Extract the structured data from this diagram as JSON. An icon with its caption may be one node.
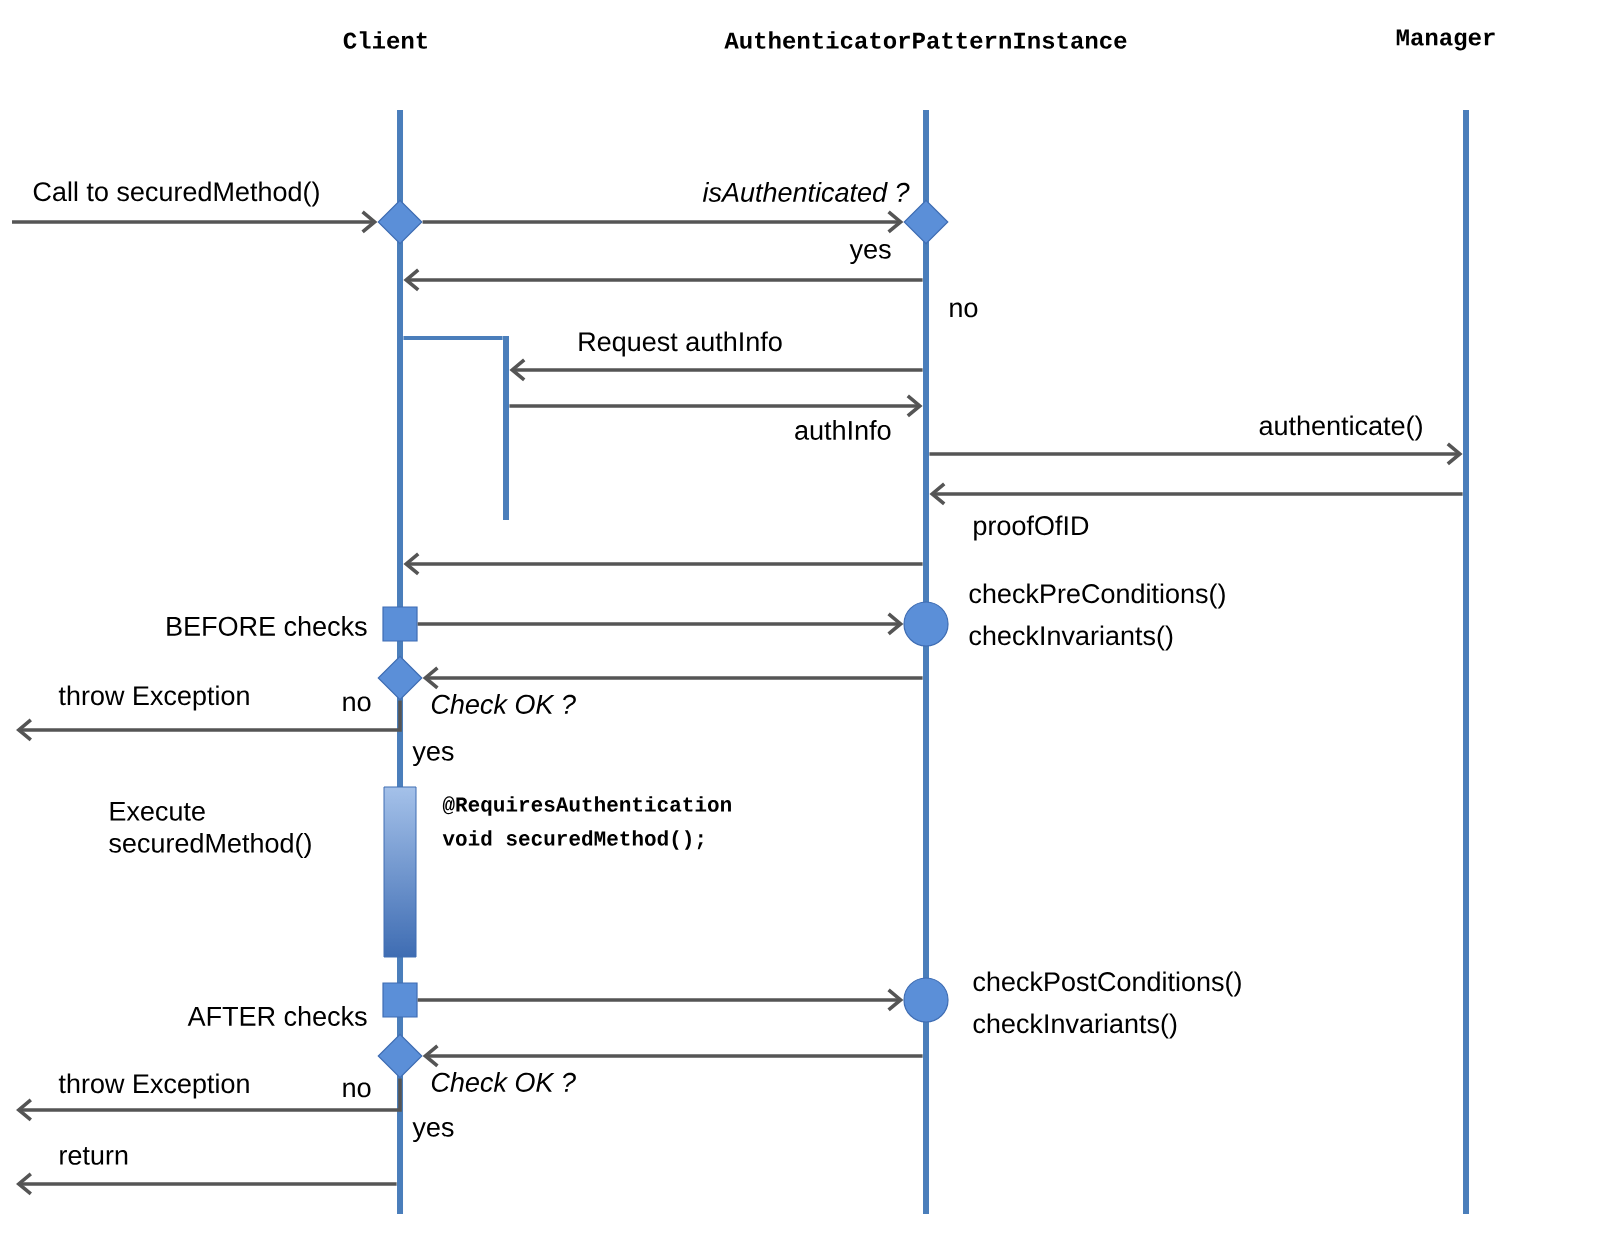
{
  "diagram": {
    "nodes": [
      {
        "text": [
          "Client"
        ]
      },
      {
        "text": [
          "AuthenticatorPatternInstance"
        ]
      },
      {
        "text": [
          "Manager"
        ]
      },
      {
        "text": [],
        "shape": "bar"
      },
      {
        "text": [],
        "shape": "diamond"
      },
      {
        "text": [],
        "shape": "diamond",
        "beside": [
          "isAuthenticated ?"
        ]
      },
      {
        "text": [],
        "shape": "box",
        "beside": [
          "BEFORE checks"
        ]
      },
      {
        "text": [],
        "shape": "circle",
        "beside": [
          "checkPreConditions()",
          "checkInvariants()"
        ]
      },
      {
        "text": [],
        "shape": "diamond",
        "beside": [
          "Check OK ?",
          "no"
        ]
      },
      {
        "text": [],
        "shape": "bar",
        "beside": [
          "Execute securedMethod()"
        ]
      },
      {
        "text": [],
        "shape": "box",
        "beside": [
          "AFTER checks"
        ]
      },
      {
        "text": [],
        "shape": "circle",
        "beside": [
          "checkPostConditions()",
          "checkInvariants()"
        ]
      },
      {
        "text": [],
        "shape": "diamond",
        "beside": [
          "Check OK ?",
          "no"
        ]
      }
    ],
    "edges": [
      {
        "from": null,
        "to": 4,
        "arrow": "to",
        "label": "Call to securedMethod()"
      },
      {
        "from": 4,
        "to": 5,
        "arrow": "to"
      },
      {
        "from": 1,
        "to": 0,
        "arrow": "to",
        "label": "yes"
      },
      {
        "from": 1,
        "to": 3,
        "arrow": "to",
        "label": "Request authInfo"
      },
      {
        "from": 3,
        "to": 1,
        "arrow": "to",
        "label": "authInfo"
      },
      {
        "from": 1,
        "to": 2,
        "arrow": "to",
        "label": "authenticate()"
      },
      {
        "from": 2,
        "to": 1,
        "arrow": "to",
        "label": "proofOfID"
      },
      {
        "from": 1,
        "to": 0,
        "arrow": "to"
      },
      {
        "from": 6,
        "to": 7,
        "arrow": "to"
      },
      {
        "from": 1,
        "to": 8,
        "arrow": "to"
      },
      {
        "from": 8,
        "to": null,
        "arrow": "to",
        "label": "throw Exception"
      },
      {
        "from": 10,
        "to": 11,
        "arrow": "to"
      },
      {
        "from": 1,
        "to": 12,
        "arrow": "to"
      },
      {
        "from": 12,
        "to": null,
        "arrow": "to",
        "label": "throw Exception"
      },
      {
        "from": 0,
        "to": null,
        "arrow": "to",
        "label": "return"
      },
      {
        "from": 0,
        "to": 3,
        "arrow": "none",
        "color": "#4a7ebb"
      }
    ],
    "labels": [
      "no",
      "yes",
      "@RequiresAuthentication",
      "void securedMethod();",
      "yes"
    ]
  }
}
